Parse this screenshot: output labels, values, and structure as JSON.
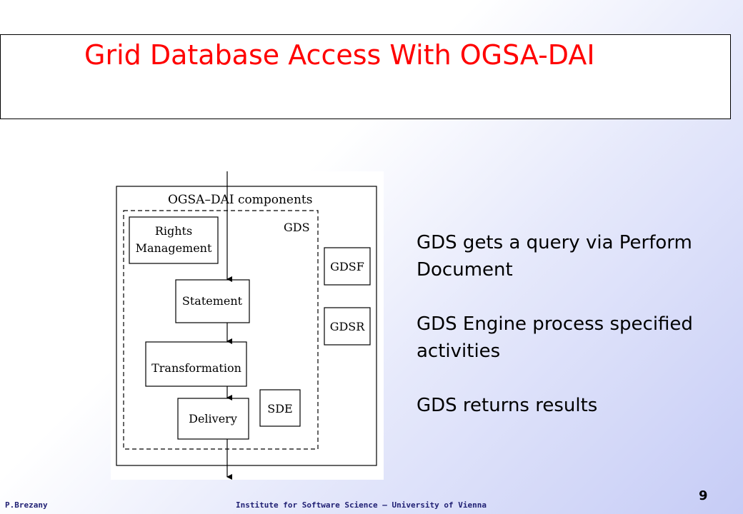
{
  "slide": {
    "title": "Grid Database Access With OGSA-DAI",
    "bullets": [
      "GDS gets a query via Perform Document",
      "GDS Engine process specified activities",
      "GDS returns results"
    ],
    "footer_author": "P.Brezany",
    "footer_institute": "Institute for Software Science – University of Vienna",
    "page_number": "9"
  },
  "diagram": {
    "outer_label": "OGSA–DAI components",
    "gds_label": "GDS",
    "boxes": {
      "rights_line1": "Rights",
      "rights_line2": "Management",
      "statement": "Statement",
      "transformation": "Transformation",
      "delivery": "Delivery",
      "sde": "SDE",
      "gdsf": "GDSF",
      "gdsr": "GDSR"
    }
  }
}
